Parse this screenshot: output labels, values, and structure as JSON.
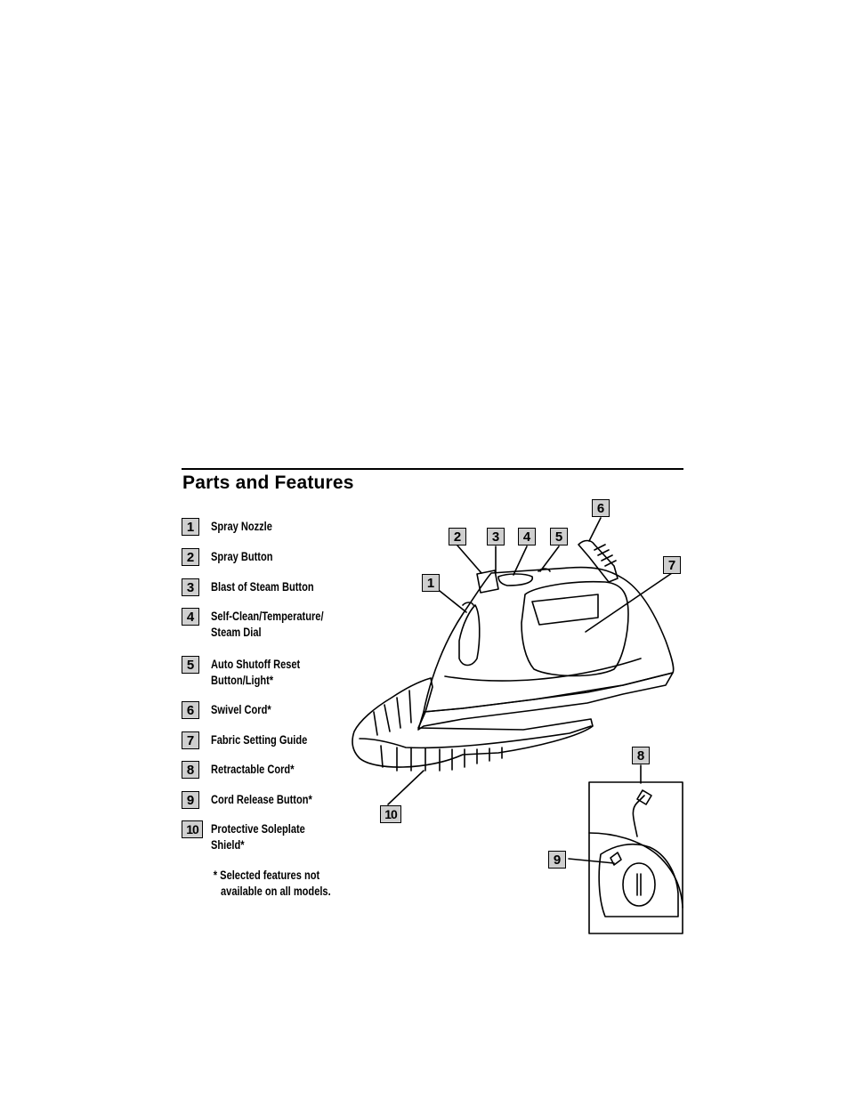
{
  "section": {
    "title": "Parts and Features"
  },
  "legend": [
    {
      "num": "1",
      "lines": [
        "Spray Nozzle"
      ]
    },
    {
      "num": "2",
      "lines": [
        "Spray Button"
      ]
    },
    {
      "num": "3",
      "lines": [
        "Blast of Steam Button"
      ]
    },
    {
      "num": "4",
      "lines": [
        "Self-Clean/Temperature/",
        "Steam Dial"
      ]
    },
    {
      "num": "5",
      "lines": [
        "Auto Shutoff Reset",
        "Button/Light*"
      ]
    },
    {
      "num": "6",
      "lines": [
        "Swivel Cord*"
      ]
    },
    {
      "num": "7",
      "lines": [
        "Fabric Setting Guide"
      ]
    },
    {
      "num": "8",
      "lines": [
        "Retractable Cord*"
      ]
    },
    {
      "num": "9",
      "lines": [
        "Cord Release Button*"
      ]
    },
    {
      "num": "10",
      "lines": [
        "Protective Soleplate",
        "Shield*"
      ]
    }
  ],
  "footnote": {
    "line1": "* Selected features not",
    "line2": "available on all models."
  },
  "illustration": {
    "callouts": [
      "1",
      "2",
      "3",
      "4",
      "5",
      "6",
      "7",
      "8",
      "9",
      "10"
    ]
  }
}
